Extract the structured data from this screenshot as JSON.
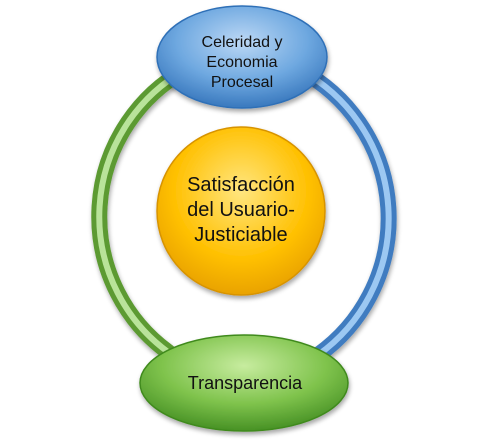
{
  "nodes": {
    "top": {
      "lines": [
        "Celeridad y",
        "Economia",
        "Procesal"
      ],
      "color": "#5b9bd5"
    },
    "center": {
      "lines": [
        "Satisfacción",
        "del Usuario-",
        "Justiciable"
      ],
      "color": "#ffc000"
    },
    "bottom": {
      "text": "Transparencia",
      "color": "#70ad47"
    }
  },
  "ring": {
    "left_arc_color": "#70ad47",
    "right_arc_color": "#5b9bd5"
  }
}
